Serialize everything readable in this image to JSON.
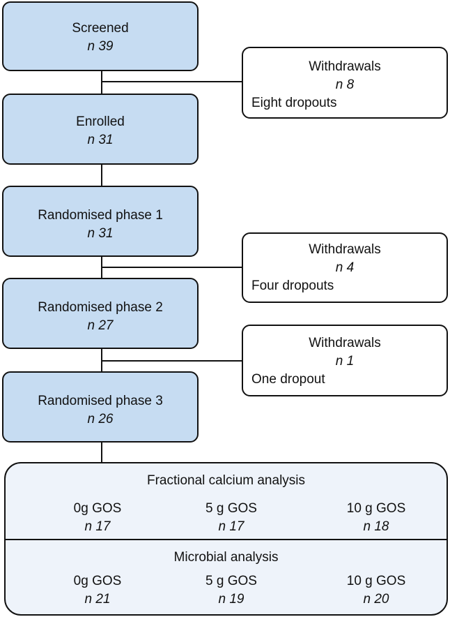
{
  "flow": [
    {
      "label": "Screened",
      "n": "n 39"
    },
    {
      "label": "Enrolled",
      "n": "n 31"
    },
    {
      "label": "Randomised phase 1",
      "n": "n 31"
    },
    {
      "label": "Randomised phase 2",
      "n": "n 27"
    },
    {
      "label": "Randomised phase 3",
      "n": "n 26"
    }
  ],
  "withdrawals": [
    {
      "title": "Withdrawals",
      "n": "n 8",
      "detail": "Eight dropouts"
    },
    {
      "title": "Withdrawals",
      "n": "n 4",
      "detail": "Four dropouts"
    },
    {
      "title": "Withdrawals",
      "n": "n 1",
      "detail": "One dropout"
    }
  ],
  "analysis": {
    "fractional": {
      "title": "Fractional calcium analysis",
      "groups": [
        {
          "label": "0g GOS",
          "n": "n 17"
        },
        {
          "label": "5 g GOS",
          "n": "n 17"
        },
        {
          "label": "10 g GOS",
          "n": "n 18"
        }
      ]
    },
    "microbial": {
      "title": "Microbial analysis",
      "groups": [
        {
          "label": "0g GOS",
          "n": "n 21"
        },
        {
          "label": "5 g GOS",
          "n": "n 19"
        },
        {
          "label": "10 g GOS",
          "n": "n 20"
        }
      ]
    }
  }
}
